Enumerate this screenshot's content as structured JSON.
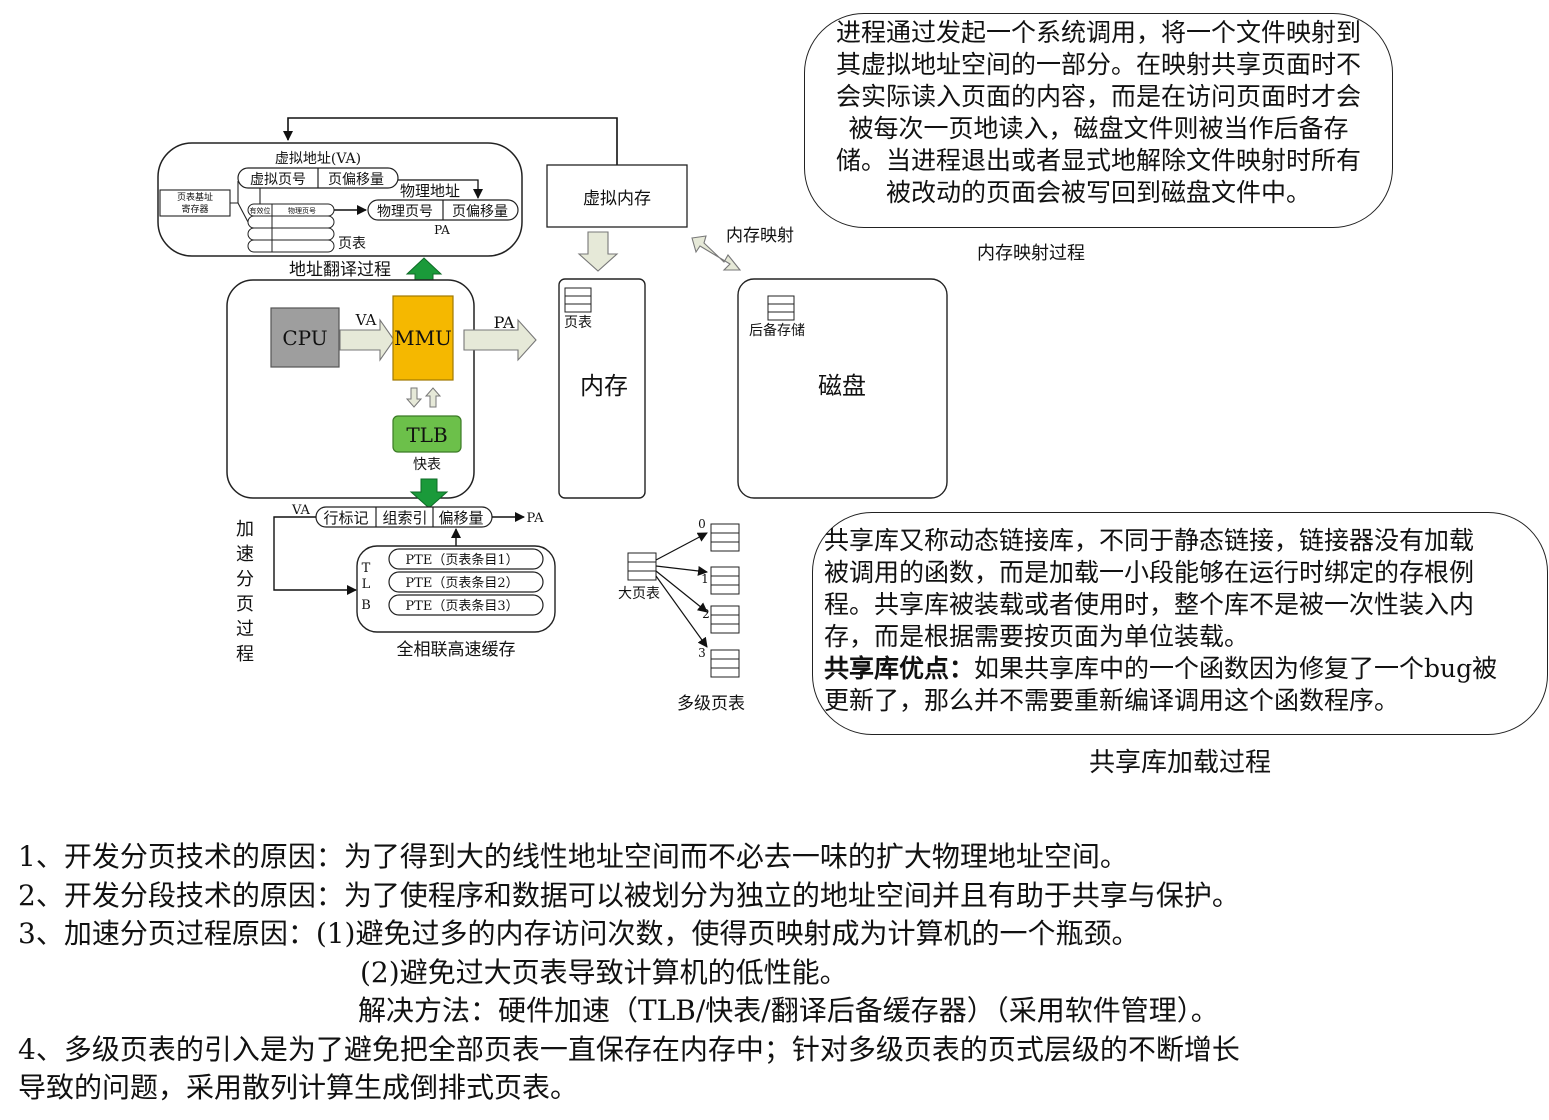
{
  "diagram": {
    "address_translation": {
      "va_label": "虚拟地址(VA)",
      "vpn": "虚拟页号",
      "offset": "页偏移量",
      "ptbr": "页表基址寄存器",
      "valid": "有效位",
      "ppn_col": "物理页号",
      "pa_title": "物理地址",
      "ppn": "物理页号",
      "pa_offset": "页偏移量",
      "pa": "PA",
      "page_table": "页表",
      "title": "地址翻译过程"
    },
    "core": {
      "cpu": "CPU",
      "mmu": "MMU",
      "tlb": "TLB",
      "tlb_caption": "快表",
      "va": "VA",
      "pa": "PA"
    },
    "virtual_memory": "虚拟内存",
    "memory": {
      "label": "内存",
      "page_table": "页表"
    },
    "memory_mapping_arrow": "内存映射",
    "disk": {
      "label": "磁盘",
      "backing_store": "后备存储"
    },
    "tlb_speedup": {
      "va": "VA",
      "tag": "行标记",
      "index": "组索引",
      "offset": "偏移量",
      "pa": "PA",
      "tlb_letters": [
        "T",
        "L",
        "B"
      ],
      "entries": [
        "PTE（页表条目1）",
        "PTE（页表条目2）",
        "PTE（页表条目3）"
      ],
      "caption": "全相联高速缓存",
      "side_label": [
        "加",
        "速",
        "分",
        "页",
        "过",
        "程"
      ]
    },
    "multilevel": {
      "big_table": "大页表",
      "indices": [
        "0",
        "1",
        "2",
        "3"
      ],
      "caption": "多级页表"
    }
  },
  "mmap_note": {
    "lines": [
      "进程通过发起一个系统调用，将一个文件映射到",
      "其虚拟地址空间的一部分。在映射共享页面时不",
      "会实际读入页面的内容，而是在访问页面时才会",
      "被每次一页地读入，磁盘文件则被当作后备存",
      "储。当进程退出或者显式地解除文件映射时所有",
      "被改动的页面会被写回到磁盘文件中。"
    ],
    "caption": "内存映射过程"
  },
  "shared_lib_note": {
    "lines": [
      "共享库又称动态链接库，不同于静态链接，链接器没有加载",
      "被调用的函数，而是加载一小段能够在运行时绑定的存根例",
      "程。共享库被装载或者使用时，整个库不是被一次性装入内",
      "存，而是根据需要按页面为单位装载。"
    ],
    "adv_label": "共享库优点：",
    "adv_line1": "如果共享库中的一个函数因为修复了一个bug被",
    "adv_line2": "更新了，那么并不需要重新编译调用这个函数程序。",
    "caption": "共享库加载过程"
  },
  "notes": [
    "1、开发分页技术的原因：为了得到大的线性地址空间而不必去一味的扩大物理地址空间。",
    "2、开发分段技术的原因：为了使程序和数据可以被划分为独立的地址空间并且有助于共享与保护。",
    "3、加速分页过程原因：(1)避免过多的内存访问次数，使得页映射成为计算机的一个瓶颈。",
    "(2)避免过大页表导致计算机的低性能。",
    "解决方法：硬件加速（TLB/快表/翻译后备缓存器）（采用软件管理）。",
    "4、多级页表的引入是为了避免把全部页表一直保存在内存中；针对多级页表的页式层级的不断增长",
    "导致的问题，采用散列计算生成倒排式页表。"
  ],
  "colors": {
    "cpu_fill": "#9e9e9e",
    "mmu_fill": "#f5b800",
    "tlb_fill": "#6cc04a",
    "green_arrow": "#1a9a3a",
    "block_arrow": "#e6e9d8"
  }
}
